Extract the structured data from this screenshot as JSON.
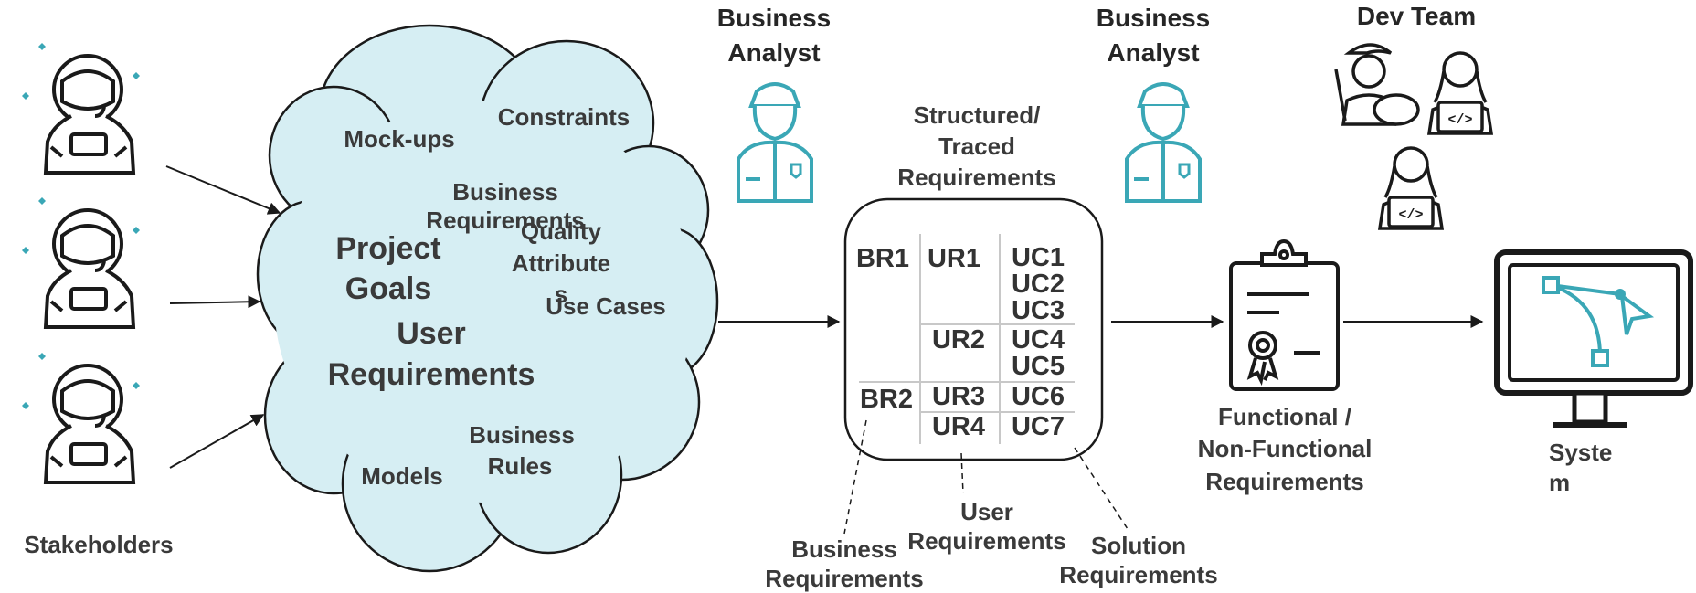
{
  "colors": {
    "teal": "#3aa7b6",
    "cloud_fill": "#d6eef3",
    "ink": "#1a1a1a",
    "text": "#3a3a3a"
  },
  "stakeholders": {
    "label": "Stakeholders",
    "icon": "astronaut-icon"
  },
  "cloud": {
    "mockups": "Mock-ups",
    "constraints": "Constraints",
    "business_req_1": "Business",
    "business_req_2": "Requirements",
    "quality_1": "Quality",
    "quality_2": "Attribute",
    "quality_3": "s",
    "project_1": "Project",
    "project_2": "Goals",
    "use_cases": "Use Cases",
    "user_req_1": "User",
    "user_req_2": "Requirements",
    "business_rules_1": "Business",
    "business_rules_2": "Rules",
    "models": "Models"
  },
  "analyst_1": {
    "line1": "Business",
    "line2": "Analyst",
    "icon": "business-analyst-icon"
  },
  "analyst_2": {
    "line1": "Business",
    "line2": "Analyst",
    "icon": "business-analyst-icon"
  },
  "dev_team": {
    "label": "Dev Team",
    "icons": [
      "artist-icon",
      "developer-laptop-icon",
      "developer-laptop-icon"
    ]
  },
  "structured": {
    "line1": "Structured/",
    "line2": "Traced",
    "line3": "Requirements"
  },
  "matrix": {
    "br1": "BR1",
    "br2": "BR2",
    "ur1": "UR1",
    "ur2": "UR2",
    "ur3": "UR3",
    "ur4": "UR4",
    "uc1": "UC1",
    "uc2": "UC2",
    "uc3": "UC3",
    "uc4": "UC4",
    "uc5": "UC5",
    "uc6": "UC6",
    "uc7": "UC7"
  },
  "callouts": {
    "business_1": "Business",
    "business_2": "Requirements",
    "user_1": "User",
    "user_2": "Requirements",
    "solution_1": "Solution",
    "solution_2": "Requirements"
  },
  "functional": {
    "line1": "Functional /",
    "line2": "Non-Functional",
    "line3": "Requirements",
    "icon": "clipboard-certificate-icon"
  },
  "system": {
    "line1": "Syste",
    "line2": "m",
    "icon": "monitor-bezier-icon"
  }
}
